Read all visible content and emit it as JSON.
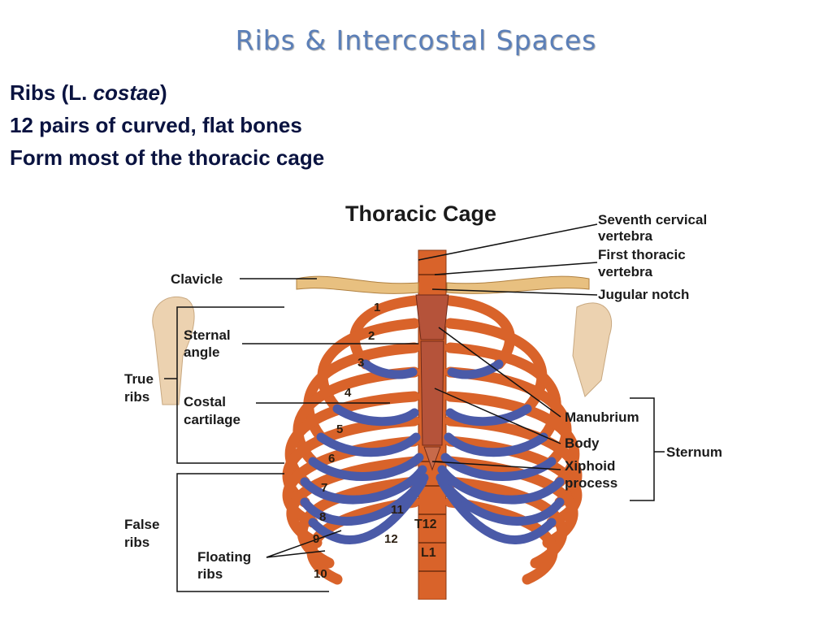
{
  "slide": {
    "title": "Ribs & Intercostal Spaces"
  },
  "bullets": {
    "line1_prefix": "Ribs (L. ",
    "line1_italic": "costae",
    "line1_suffix": ")",
    "line2": "12 pairs of curved, flat bones",
    "line3": "Form most of the thoracic cage"
  },
  "figure": {
    "title": "Thoracic Cage",
    "labels": {
      "seventh_cervical_1": "Seventh cervical",
      "seventh_cervical_2": "vertebra",
      "first_thoracic_1": "First thoracic",
      "first_thoracic_2": "vertebra",
      "jugular_notch": "Jugular notch",
      "clavicle": "Clavicle",
      "sternal_angle_1": "Sternal",
      "sternal_angle_2": "angle",
      "true_ribs_1": "True",
      "true_ribs_2": "ribs",
      "costal_cartilage_1": "Costal",
      "costal_cartilage_2": "cartilage",
      "false_ribs_1": "False",
      "false_ribs_2": "ribs",
      "floating_ribs_1": "Floating",
      "floating_ribs_2": "ribs",
      "manubrium": "Manubrium",
      "body": "Body",
      "xiphoid_1": "Xiphoid",
      "xiphoid_2": "process",
      "sternum": "Sternum"
    },
    "rib_numbers": [
      "1",
      "2",
      "3",
      "4",
      "5",
      "6",
      "7",
      "8",
      "9",
      "10",
      "11",
      "12"
    ],
    "vertebra_labels": {
      "t12": "T12",
      "l1": "L1"
    },
    "colors": {
      "bone": "#d9632a",
      "cartilage": "#4a5aa8",
      "clavicle": "#e8c080",
      "humerus": "#ecd2b0",
      "sternum": "#b5533a",
      "line": "#111111"
    }
  }
}
